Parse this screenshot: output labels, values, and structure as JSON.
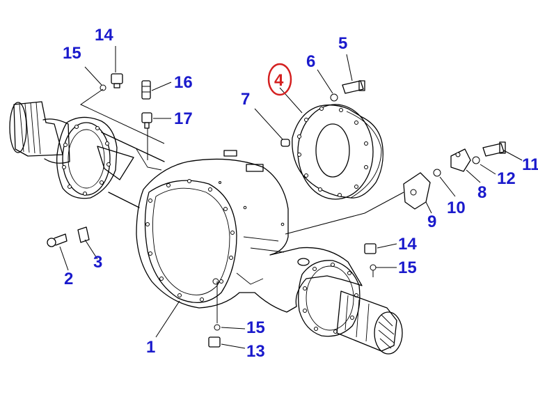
{
  "diagram": {
    "label_color": "#1a1acc",
    "highlight_color": "#d42020",
    "line_color": "#000000",
    "callouts": [
      {
        "id": "c14a",
        "text": "14"
      },
      {
        "id": "c15a",
        "text": "15"
      },
      {
        "id": "c16",
        "text": "16"
      },
      {
        "id": "c17",
        "text": "17"
      },
      {
        "id": "c4",
        "text": "4",
        "highlighted": true
      },
      {
        "id": "c6",
        "text": "6"
      },
      {
        "id": "c5",
        "text": "5"
      },
      {
        "id": "c7",
        "text": "7"
      },
      {
        "id": "c11",
        "text": "11"
      },
      {
        "id": "c12",
        "text": "12"
      },
      {
        "id": "c8",
        "text": "8"
      },
      {
        "id": "c10",
        "text": "10"
      },
      {
        "id": "c9",
        "text": "9"
      },
      {
        "id": "c14b",
        "text": "14"
      },
      {
        "id": "c15b",
        "text": "15"
      },
      {
        "id": "c3",
        "text": "3"
      },
      {
        "id": "c2",
        "text": "2"
      },
      {
        "id": "c1",
        "text": "1"
      },
      {
        "id": "c15c",
        "text": "15"
      },
      {
        "id": "c13",
        "text": "13"
      }
    ]
  }
}
